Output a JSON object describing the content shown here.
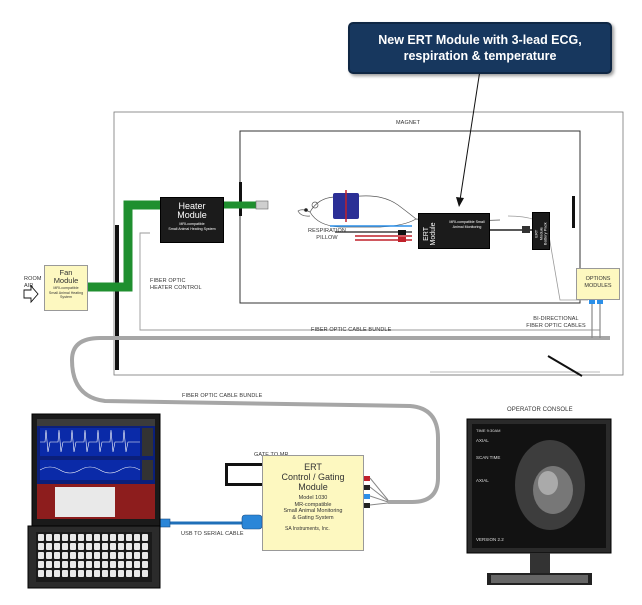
{
  "callout": {
    "line1": "New ERT Module with 3-lead ECG,",
    "line2": "respiration & temperature"
  },
  "labels": {
    "magnet": "MAGNET",
    "respiration": "RESPIRATION",
    "pillow": "PILLOW",
    "fiber_heater_1": "FIBER OPTIC",
    "fiber_heater_2": "HEATER CONTROL",
    "room_1": "ROOM",
    "room_2": "AIR",
    "bidirectional_1": "BI-DIRECTIONAL",
    "bidirectional_2": "FIBER OPTIC CABLES",
    "cable_bundle": "FIBER OPTIC CABLE BUNDLE",
    "cable_bundle_2": "FIBER OPTIC CABLE BUNDLE",
    "gate_to_mr": "GATE TO MR",
    "usb_serial": "USB TO SERIAL CABLE",
    "operator_console": "OPERATOR CONSOLE"
  },
  "heater": {
    "title1": "Heater",
    "title2": "Module",
    "sub1": "MRI-compatible",
    "sub2": "Small Animal Heating System"
  },
  "fan": {
    "title1": "Fan",
    "title2": "Module",
    "sub1": "MRI-compatible",
    "sub2": "Small Animal Heating System"
  },
  "ert_small": {
    "title1": "ERT",
    "title2": "Module",
    "sub": "MRI-compatible Small Animal Monitoring"
  },
  "battery": {
    "line1": "ERT",
    "line2": "Module",
    "line3": "Battery Pack"
  },
  "options": {
    "line1": "OPTIONS",
    "line2": "MODULES"
  },
  "ert_gating": {
    "title1": "ERT",
    "title2": "Control / Gating",
    "title3": "Module",
    "model": "Model 1030",
    "sub1": "MR-compatible",
    "sub2": "Small Animal Monitoring",
    "sub3": "& Gating System",
    "brand": "SA Instruments, Inc."
  },
  "console": {
    "time": "TIME 9:30AM",
    "axial1": "AXIAL",
    "scan_time": "SCAN TIME",
    "axial2": "AXIAL",
    "version": "VERSION 2.2"
  },
  "colors": {
    "callout_bg": "#17375e",
    "hose_green": "#1f8f2f",
    "cable_gray": "#a6a6a6",
    "module_dark": "#1b1b1b",
    "module_yellow": "#fdf8c0"
  }
}
